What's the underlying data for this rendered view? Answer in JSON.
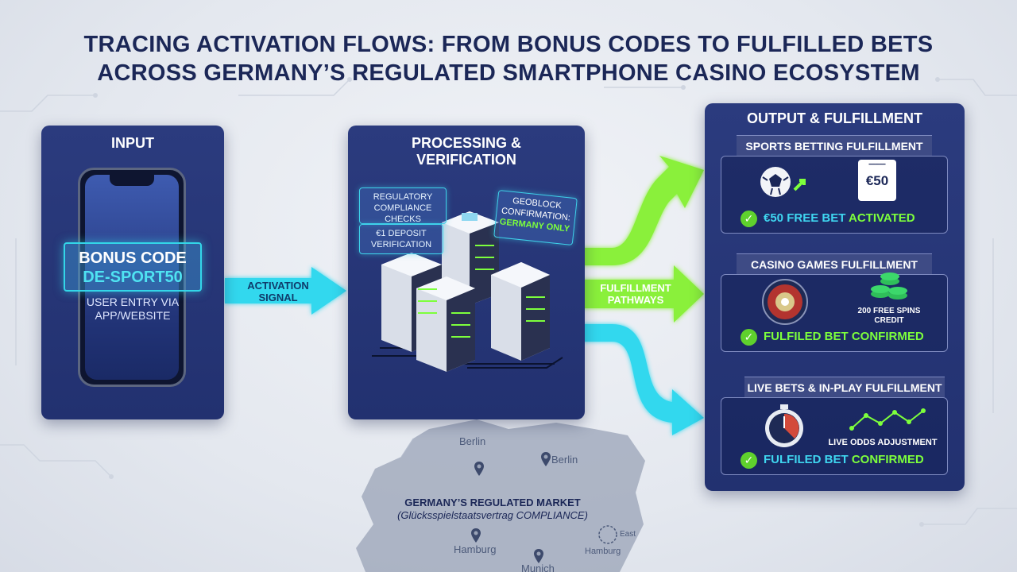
{
  "title": {
    "line1": "TRACING ACTIVATION FLOWS: FROM BONUS CODES TO FULFILLED BETS",
    "line2": "ACROSS GERMANY’S REGULATED SMARTPHONE CASINO ECOSYSTEM"
  },
  "input": {
    "title": "INPUT",
    "bonus_label": "BONUS CODE",
    "bonus_code": "DE-SPORT50",
    "entry_line1": "USER ENTRY VIA",
    "entry_line2": "APP/WEBSITE"
  },
  "activation_arrow": {
    "line1": "ACTIVATION",
    "line2": "SIGNAL"
  },
  "processing": {
    "title_line1": "PROCESSING &",
    "title_line2": "VERIFICATION",
    "regulatory_line1": "REGULATORY",
    "regulatory_line2": "COMPLIANCE CHECKS",
    "deposit_line1": "€1 DEPOSIT",
    "deposit_line2": "VERIFICATION",
    "geo_line1": "GEOBLOCK",
    "geo_line2": "CONFIRMATION:",
    "geo_line3": "GERMANY ONLY"
  },
  "fulfillment_arrow": {
    "line1": "FULFILLMENT",
    "line2": "PATHWAYS"
  },
  "output": {
    "title": "OUTPUT & FULFILLMENT",
    "sports": {
      "tab": "SPORTS BETTING FULFILLMENT",
      "voucher_header": "━━━━━",
      "voucher_value": "€50",
      "confirm_part1": "€50 FREE BET",
      "confirm_part2": "ACTIVATED"
    },
    "casino": {
      "tab": "CASINO GAMES FULFILLMENT",
      "spins_line1": "200 FREE SPINS",
      "spins_line2": "CREDIT",
      "confirm_part1": "FULFILED BET",
      "confirm_part2": "CONFIRMED"
    },
    "live": {
      "tab": "LIVE BETS & IN-PLAY FULFILLMENT",
      "odds_label": "LIVE ODDS ADJUSTMENT",
      "confirm_part1": "FULFILED BET",
      "confirm_part2": "CONFIRMED"
    }
  },
  "map": {
    "title": "GERMANY’S REGULATED MARKET",
    "subtitle": "(Glücksspielstaatsvertrag COMPLIANCE)",
    "city_berlin_1": "Berlin",
    "city_berlin_2": "Berlin",
    "city_hamburg_1": "Hamburg",
    "city_hamburg_2": "Hamburg",
    "city_munich": "Munich",
    "city_east": "East"
  },
  "colors": {
    "navy": "#223170",
    "cyan": "#33d6e8",
    "green": "#7dff3c",
    "title": "#1b2757"
  }
}
